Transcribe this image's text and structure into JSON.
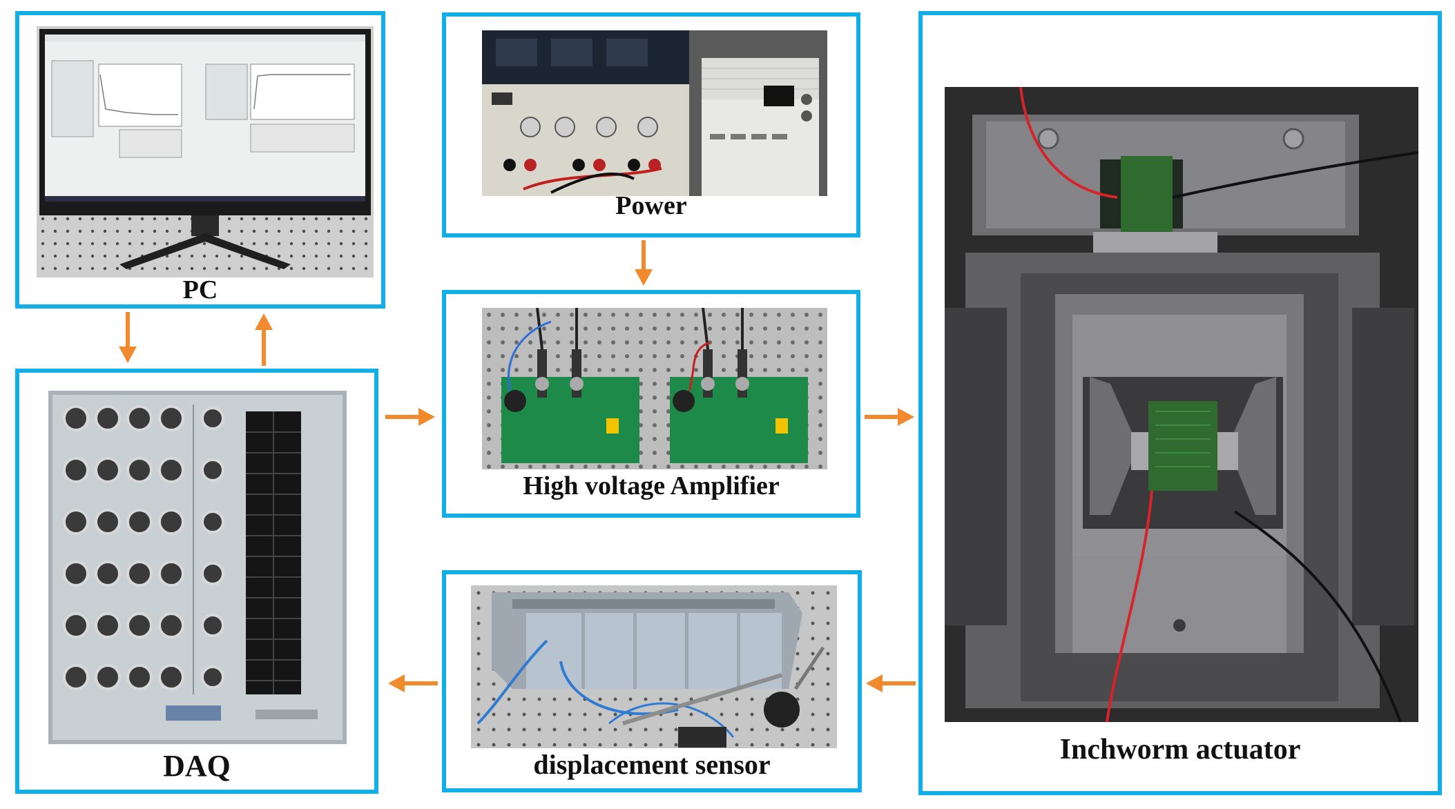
{
  "labels": {
    "pc": "PC",
    "power": "Power",
    "hv_amplifier": "High voltage Amplifier",
    "daq": "DAQ",
    "displacement_sensor": "displacement sensor",
    "inchworm_actuator": "Inchworm actuator"
  },
  "colors": {
    "panel_border": "#12aee8",
    "arrow": "#f08a2c",
    "pcb_green": "#1e8a4a",
    "breadboard": "#b9b9b9",
    "metal": "#6f6f72"
  },
  "connections": [
    {
      "from": "pc",
      "to": "daq"
    },
    {
      "from": "daq",
      "to": "pc"
    },
    {
      "from": "power",
      "to": "high voltage amplifier"
    },
    {
      "from": "daq",
      "to": "high voltage amplifier"
    },
    {
      "from": "high voltage amplifier",
      "to": "inchworm actuator"
    },
    {
      "from": "inchworm actuator",
      "to": "displacement sensor"
    },
    {
      "from": "displacement sensor",
      "to": "daq"
    }
  ]
}
